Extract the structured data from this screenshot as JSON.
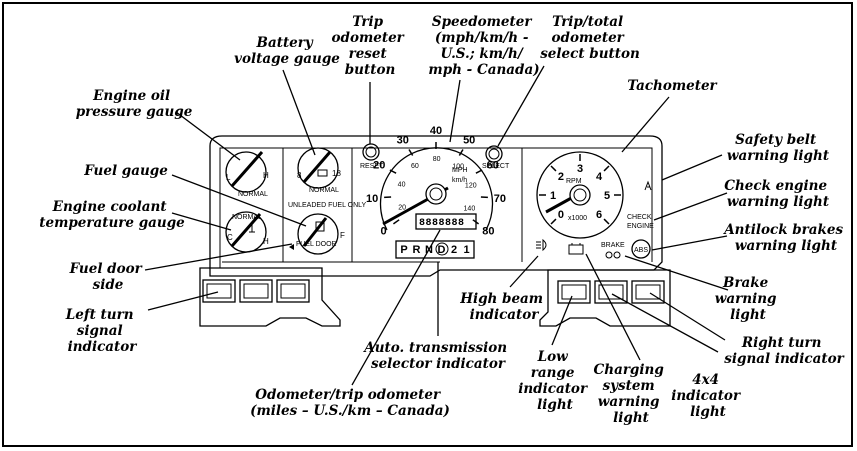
{
  "labels": {
    "engine_oil": [
      "Engine oil",
      "pressure gauge"
    ],
    "battery": [
      "Battery",
      "voltage gauge"
    ],
    "trip_reset": [
      "Trip",
      "odometer",
      "reset",
      "button"
    ],
    "speedometer": [
      "Speedometer",
      "(mph/km/h -",
      "U.S.; km/h/",
      "mph - Canada)"
    ],
    "trip_select": [
      "Trip/total",
      "odometer",
      "select button"
    ],
    "tachometer": [
      "Tachometer"
    ],
    "fuel_gauge": [
      "Fuel gauge"
    ],
    "coolant": [
      "Engine coolant",
      "temperature gauge"
    ],
    "fuel_door": [
      "Fuel door",
      "side"
    ],
    "left_turn": [
      "Left turn",
      "signal",
      "indicator"
    ],
    "safety_belt": [
      "Safety belt",
      "warning light"
    ],
    "check_engine": [
      "Check engine",
      "warning light"
    ],
    "antilock": [
      "Antilock brakes",
      "warning light"
    ],
    "brake": [
      "Brake",
      "warning",
      "light"
    ],
    "high_beam": [
      "High beam",
      "indicator"
    ],
    "auto_trans": [
      "Auto. transmission",
      "selector indicator"
    ],
    "odometer": [
      "Odometer/trip odometer",
      "(miles – U.S./km – Canada)"
    ],
    "low_range": [
      "Low",
      "range",
      "indicator",
      "light"
    ],
    "charging": [
      "Charging",
      "system",
      "warning",
      "light"
    ],
    "four_by_four": [
      "4x4",
      "indicator",
      "light"
    ],
    "right_turn": [
      "Right turn",
      "signal indicator"
    ]
  },
  "cluster": {
    "oil_gauge": {
      "low": "L",
      "high": "H",
      "normal": "NORMAL"
    },
    "battery_gauge": {
      "low": "8",
      "high": "18",
      "normal": "NORMAL"
    },
    "coolant_gauge": {
      "cold": "C",
      "hot": "H",
      "normal": "NORMAL"
    },
    "fuel_gauge": {
      "full": "F",
      "fuel_text": "UNLEADED FUEL ONLY",
      "fuel_door": "FUEL DOOR"
    },
    "reset_button": "RESET",
    "select_button": "SELECT",
    "speedometer": {
      "unit_top": "MPH",
      "unit_bottom": "km/h",
      "mph_ticks": [
        "0",
        "10",
        "20",
        "30",
        "40",
        "50",
        "60",
        "70",
        "80"
      ],
      "kmh_ticks": [
        "20",
        "40",
        "60",
        "80",
        "100",
        "120",
        "140"
      ],
      "odometer_digits": "8888888"
    },
    "transmission": [
      "P",
      "R",
      "N",
      "D",
      "2",
      "1"
    ],
    "tachometer": {
      "unit": "RPM",
      "multiplier": "x1000",
      "ticks": [
        "0",
        "1",
        "2",
        "3",
        "4",
        "5",
        "6"
      ]
    },
    "check_engine": [
      "CHECK",
      "ENGINE"
    ],
    "brake": "BRAKE",
    "abs": "ABS"
  }
}
